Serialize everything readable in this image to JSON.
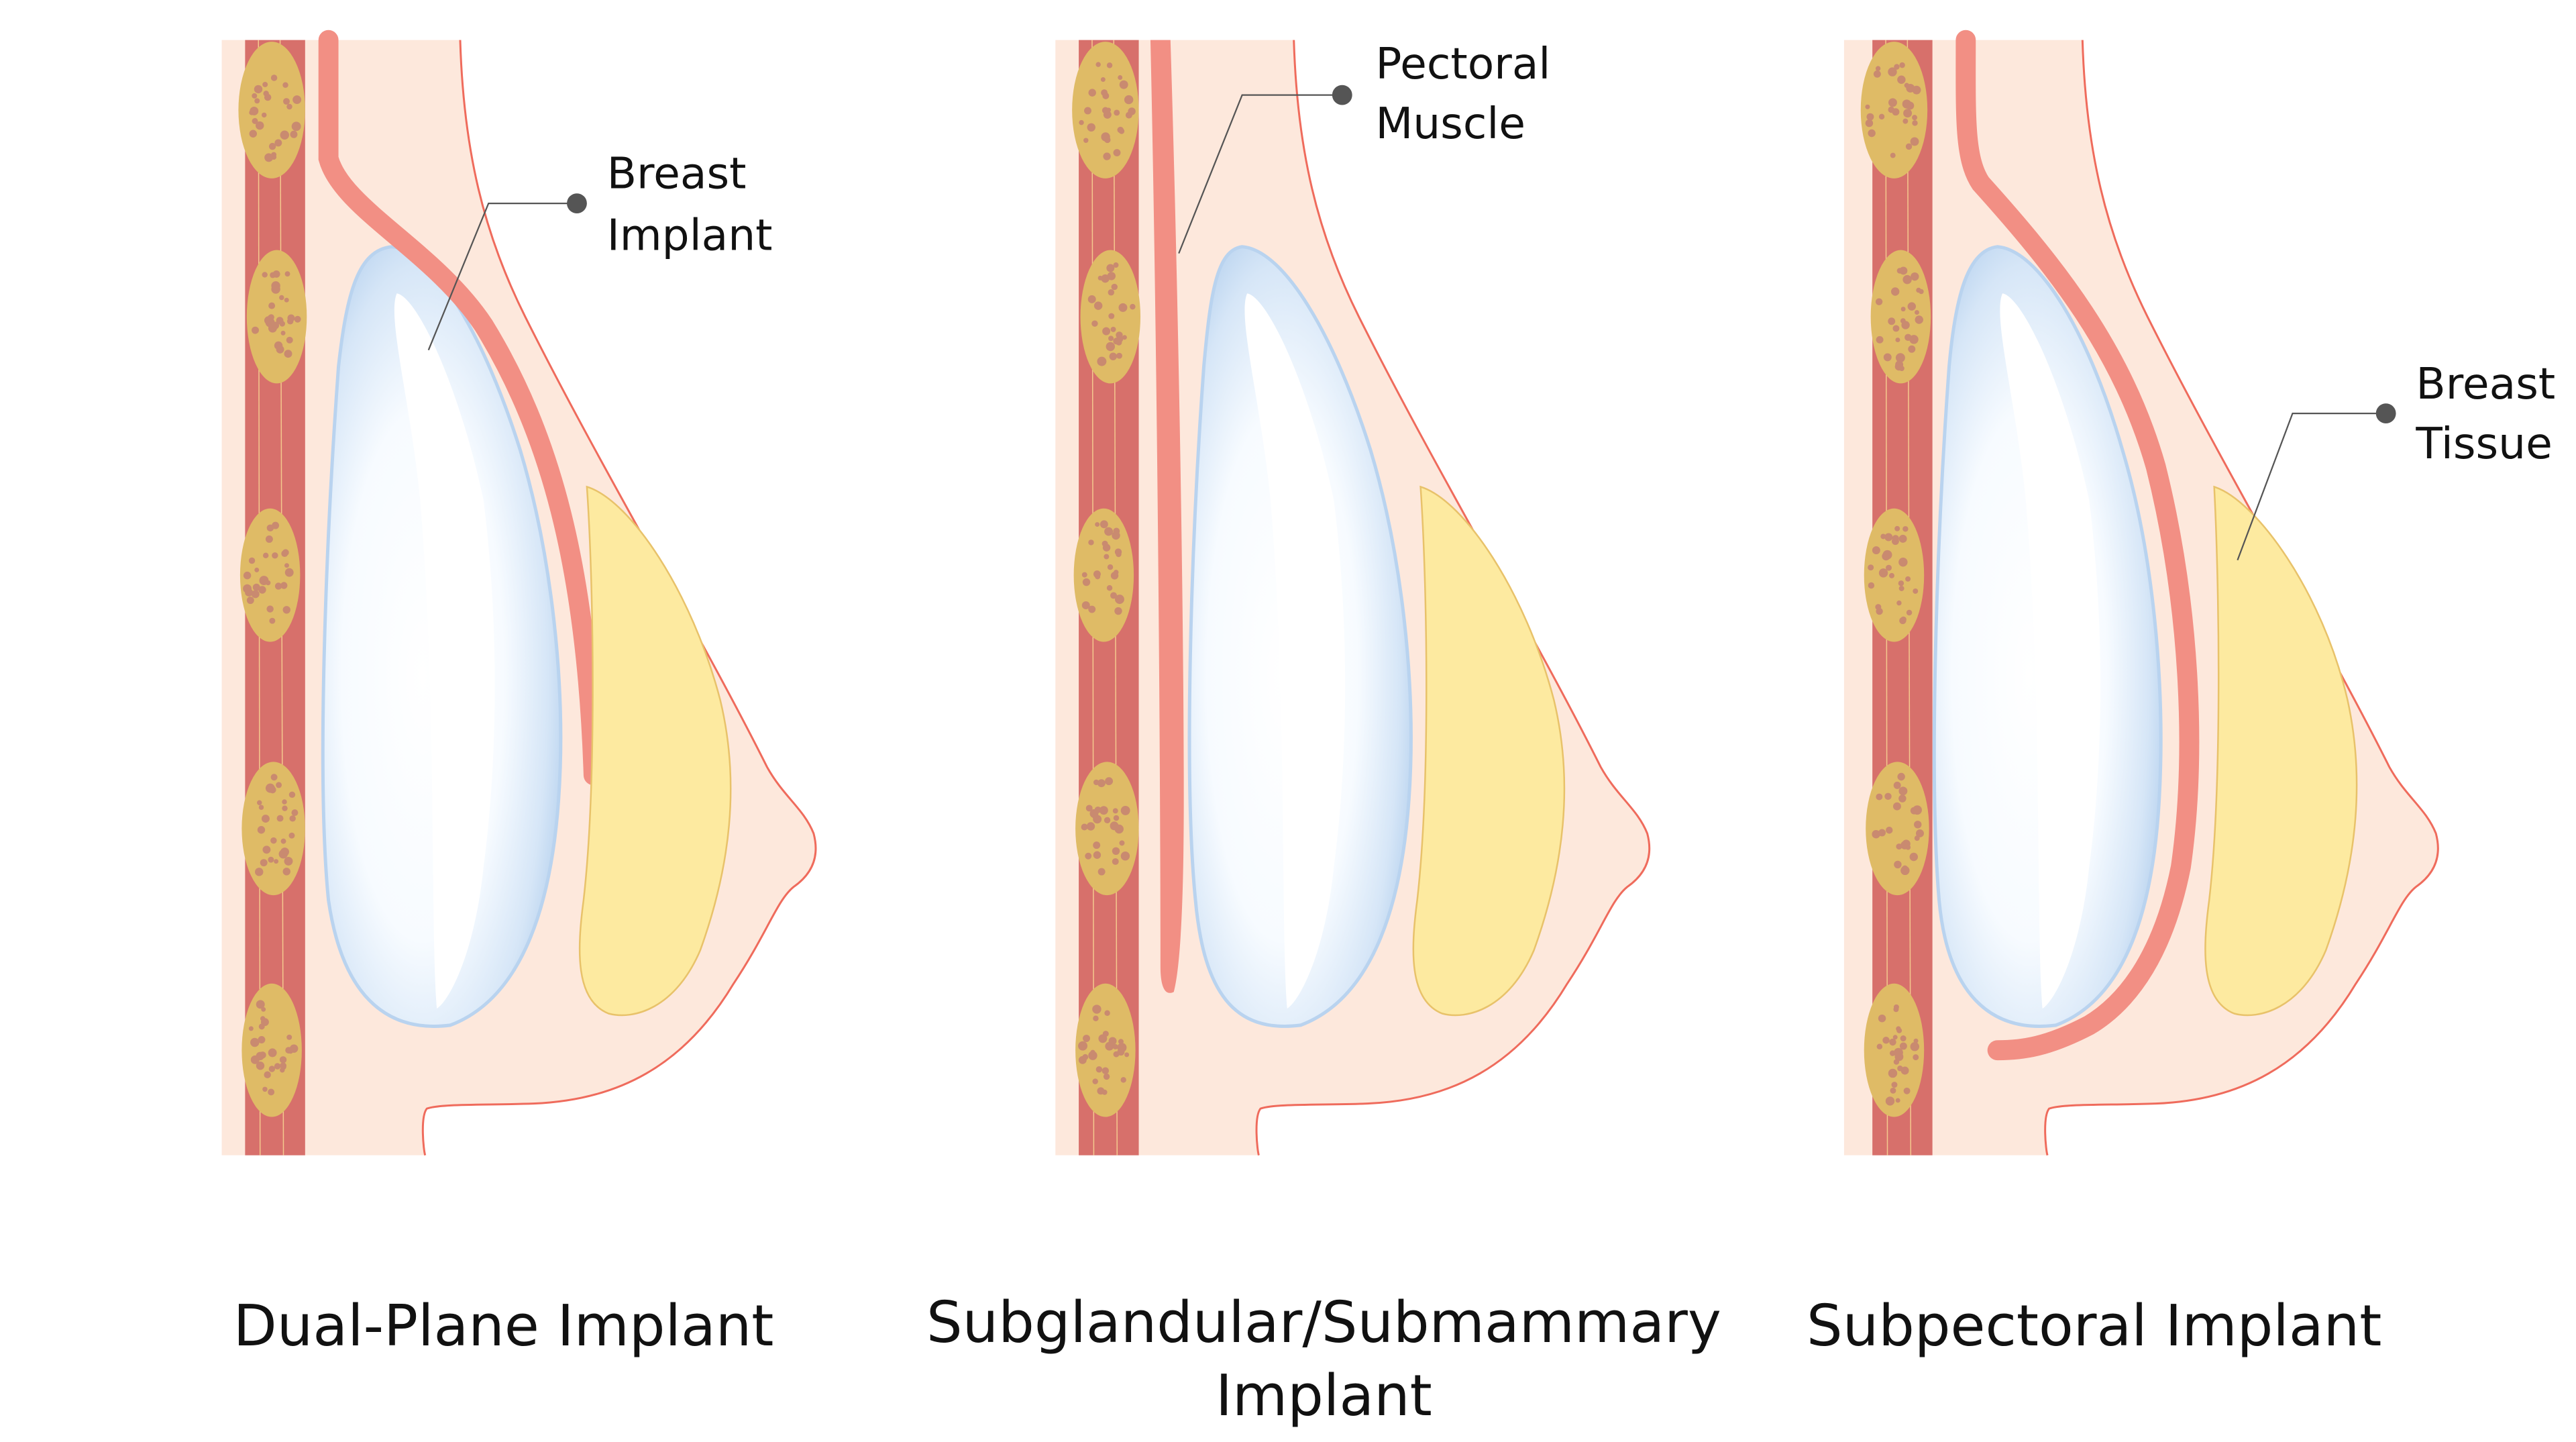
{
  "colors": {
    "background": "#ffffff",
    "skin": "#fde8dc",
    "skin_outline": "#ef6b5c",
    "rib_muscle": "#d7706b",
    "rib_fiber": "#f4c98e",
    "rib_cartilage": "#dfbb66",
    "rib_dots": "#c98a70",
    "pectoral_muscle": "#f28f84",
    "implant_edge": "#b9d3ef",
    "implant_center": "#ffffff",
    "breast_tissue": "#fdeaa0",
    "breast_tissue_outline": "#e8c26a",
    "leader_line": "#555555",
    "leader_dot": "#555555"
  },
  "panels": [
    {
      "id": "dual-plane",
      "caption_lines": [
        "Dual-Plane Implant"
      ],
      "callout": {
        "lines": [
          "Breast",
          "Implant"
        ],
        "target": "implant"
      }
    },
    {
      "id": "subglandular",
      "caption_lines": [
        "Subglandular/Submammary",
        "Implant"
      ],
      "callout": {
        "lines": [
          "Pectoral",
          "Muscle"
        ],
        "target": "pectoral-muscle"
      }
    },
    {
      "id": "subpectoral",
      "caption_lines": [
        "Subpectoral Implant"
      ],
      "callout": {
        "lines": [
          "Breast",
          "Tissue"
        ],
        "target": "breast-tissue"
      }
    }
  ]
}
